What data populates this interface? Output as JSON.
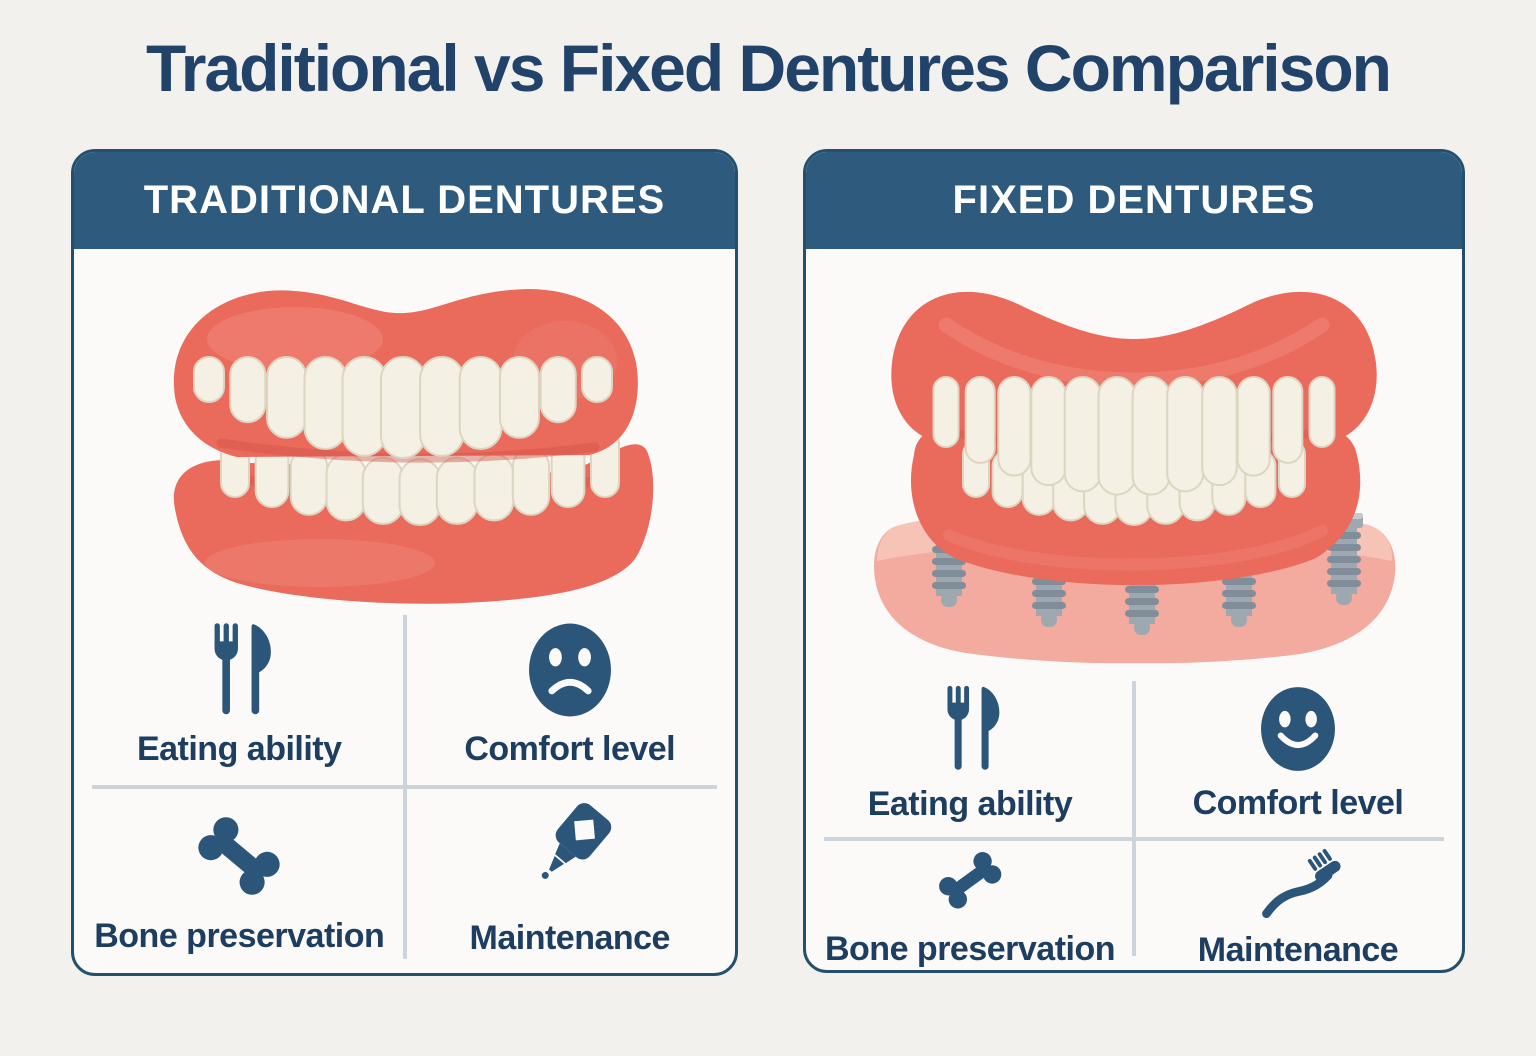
{
  "title": "Traditional vs Fixed Dentures Comparison",
  "cards": {
    "traditional": {
      "header": "TRADITIONAL DENTURES",
      "illustration": "traditional-dentures-illustration",
      "features": [
        {
          "icon": "fork-knife-icon",
          "label": "Eating ability"
        },
        {
          "icon": "sad-face-icon",
          "label": "Comfort level"
        },
        {
          "icon": "bone-icon",
          "label": "Bone preservation"
        },
        {
          "icon": "glue-bottle-icon",
          "label": "Maintenance"
        }
      ]
    },
    "fixed": {
      "header": "FIXED DENTURES",
      "illustration": "implant-supported-dentures-illustration",
      "features": [
        {
          "icon": "fork-knife-icon",
          "label": "Eating ability"
        },
        {
          "icon": "happy-face-icon",
          "label": "Comfort level"
        },
        {
          "icon": "bone-icon",
          "label": "Bone preservation"
        },
        {
          "icon": "toothbrush-icon",
          "label": "Maintenance"
        }
      ]
    }
  },
  "colors": {
    "background": "#f2f1ed",
    "title_text": "#21436a",
    "header_bar": "#2e5a7d",
    "header_text": "#ffffff",
    "card_background": "#fbfaf8",
    "card_border": "#24506e",
    "divider": "#ccd3da",
    "label_text": "#1d3e60",
    "icon": "#2b567a",
    "gum": "#ea6a5c",
    "gum_highlight": "#f0897b",
    "gum_shadow": "#d2544a",
    "teeth": "#f4f0e4",
    "teeth_outline": "#ddd5c1",
    "implant_gray": "#9ea8b1",
    "implant_dark": "#818d99",
    "implant_light": "#c3cad0",
    "implant_post": "#bdc5cb",
    "base_pink": "#f3aba0",
    "base_pink_light": "#f8c3b7"
  }
}
